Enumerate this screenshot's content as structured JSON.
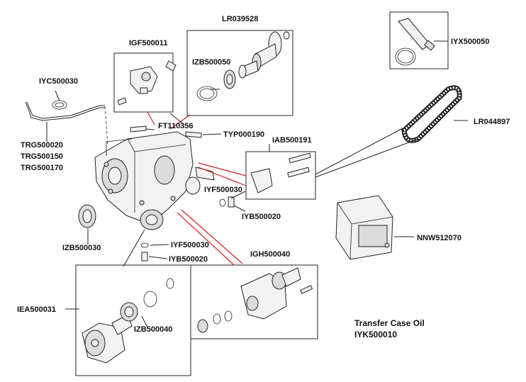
{
  "callouts": {
    "lr039528": "LR039528",
    "igf500011": "IGF500011",
    "izb500050": "IZB500050",
    "iyx500050": "IYX500050",
    "iyc500030": "IYC500030",
    "ft110356": "FT110356",
    "typ000190": "TYP000190",
    "lr044897": "LR044897",
    "trg500020": "TRG500020",
    "trg500150": "TRG500150",
    "trg500170": "TRG500170",
    "iab500191": "IAB500191",
    "iyf500030_right": "IYF500030",
    "iyb500020_right": "IYB500020",
    "izb500030": "IZB500030",
    "nnw512070": "NNW512070",
    "iyf500030_lower": "IYF500030",
    "iyb500020_lower": "IYB500020",
    "igh500040": "IGH500040",
    "iea500031": "IEA500031",
    "izb500040": "IZB500040"
  },
  "note": {
    "line1": "Transfer Case Oil",
    "line2": "IYK500010"
  }
}
